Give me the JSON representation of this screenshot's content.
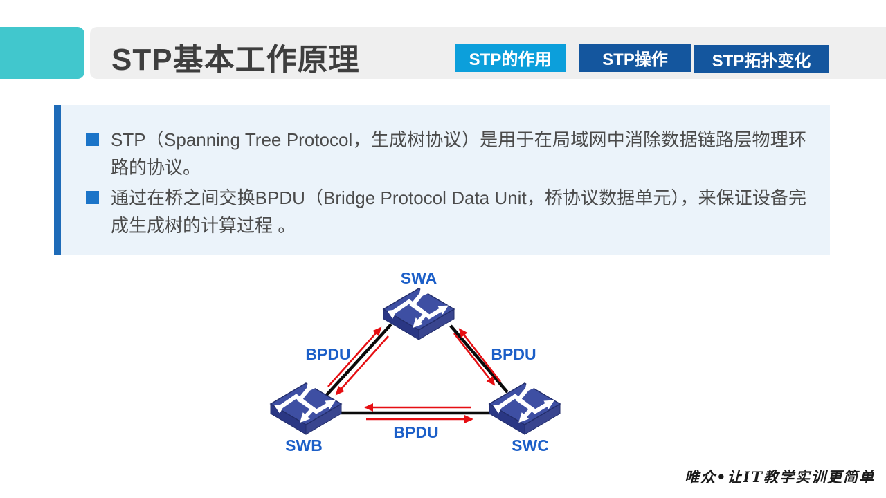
{
  "header": {
    "title": "STP基本工作原理",
    "accent_color": "#41C7CD",
    "band_color": "#EFEFEF",
    "nav": [
      {
        "label": "STP的作用",
        "color": "#0C9FDB",
        "active": true
      },
      {
        "label": "STP操作",
        "color": "#14569E",
        "active": false
      },
      {
        "label": "STP拓扑变化",
        "color": "#14569E",
        "active": false
      }
    ]
  },
  "content": {
    "box_color": "#EBF3FA",
    "bar_color": "#1E6BB8",
    "bullet_color": "#1B74C8",
    "bullets": [
      "STP（Spanning Tree Protocol，生成树协议）是用于在局域网中消除数据链路层物理环路的协议。",
      "通过在桥之间交换BPDU（Bridge Protocol Data Unit，桥协议数据单元），来保证设备完成生成树的计算过程 。"
    ]
  },
  "diagram": {
    "nodes": [
      {
        "id": "swa",
        "label": "SWA"
      },
      {
        "id": "swb",
        "label": "SWB"
      },
      {
        "id": "swc",
        "label": "SWC"
      }
    ],
    "links": [
      {
        "from": "SWA",
        "to": "SWB",
        "label": "BPDU",
        "bidirectional": true
      },
      {
        "from": "SWA",
        "to": "SWC",
        "label": "BPDU",
        "bidirectional": true
      },
      {
        "from": "SWB",
        "to": "SWC",
        "label": "BPDU",
        "bidirectional": true
      }
    ],
    "label_color": "#1C5FC8",
    "line_color": "#0a0a0a",
    "arrow_color": "#E60E12",
    "switch_top_color": "#3E4FA3",
    "switch_left_color": "#2A3784",
    "switch_right_color": "#39458F"
  },
  "footer": {
    "slogan": "唯众•让IT教学实训更简单"
  }
}
